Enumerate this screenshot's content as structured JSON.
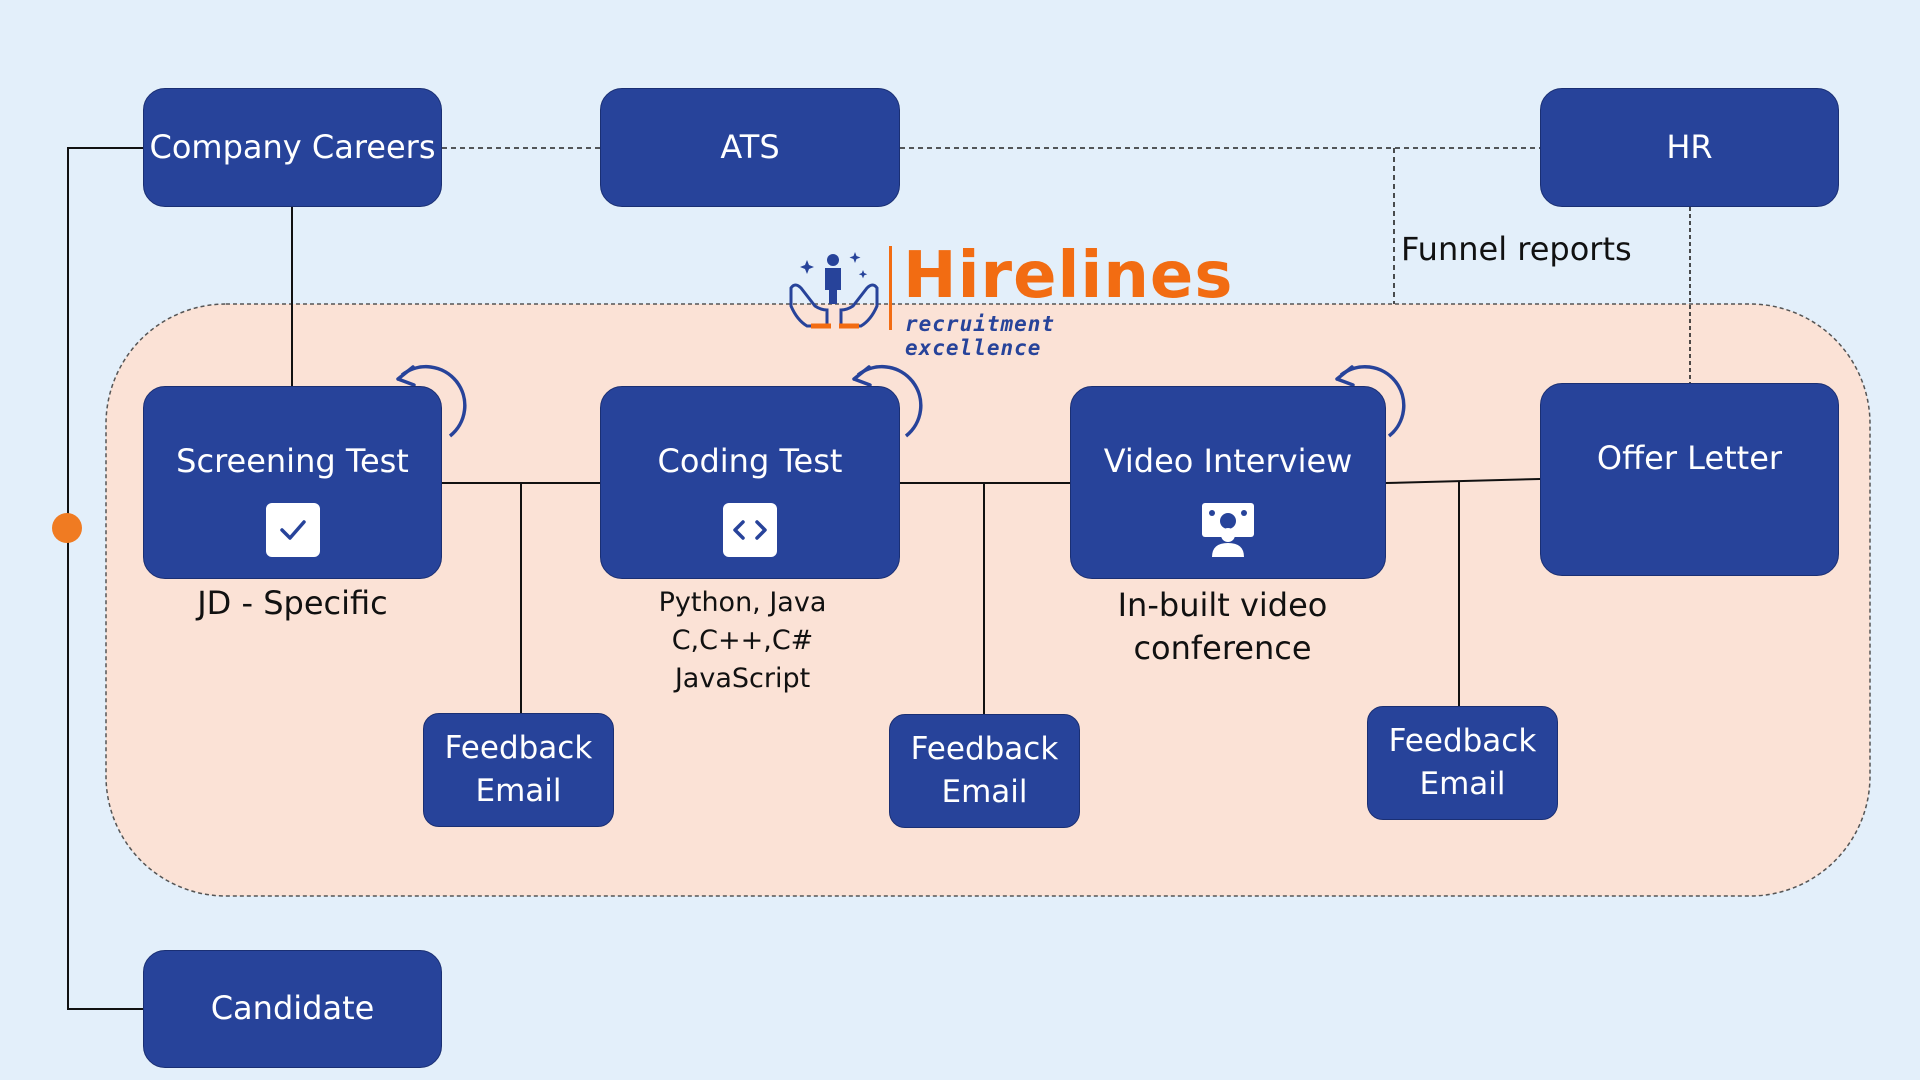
{
  "nodes": {
    "company_careers": "Company Careers",
    "ats": "ATS",
    "hr": "HR",
    "screening_test": "Screening Test",
    "coding_test": "Coding Test",
    "video_interview": "Video Interview",
    "offer_letter": "Offer Letter",
    "feedback_email_1": "Feedback\nEmail",
    "feedback_email_2": "Feedback\nEmail",
    "feedback_email_3": "Feedback\nEmail",
    "candidate": "Candidate"
  },
  "captions": {
    "screening": "JD - Specific",
    "coding": "Python, Java\nC,C++,C#\nJavaScript",
    "video": "In-built video\nconference",
    "funnel_reports": "Funnel reports"
  },
  "logo": {
    "name": "Hirelines",
    "tagline": "recruitment excellence"
  },
  "icons": {
    "screening": "checkbox-icon",
    "coding": "code-brackets-icon",
    "video": "video-conference-icon",
    "cycle": "circular-arrow-icon"
  },
  "colors": {
    "background": "#e3effa",
    "platform_region": "#fbe2d6",
    "node_fill": "#27439a",
    "logo_orange": "#f26c12",
    "connector_dot": "#f07b22"
  }
}
